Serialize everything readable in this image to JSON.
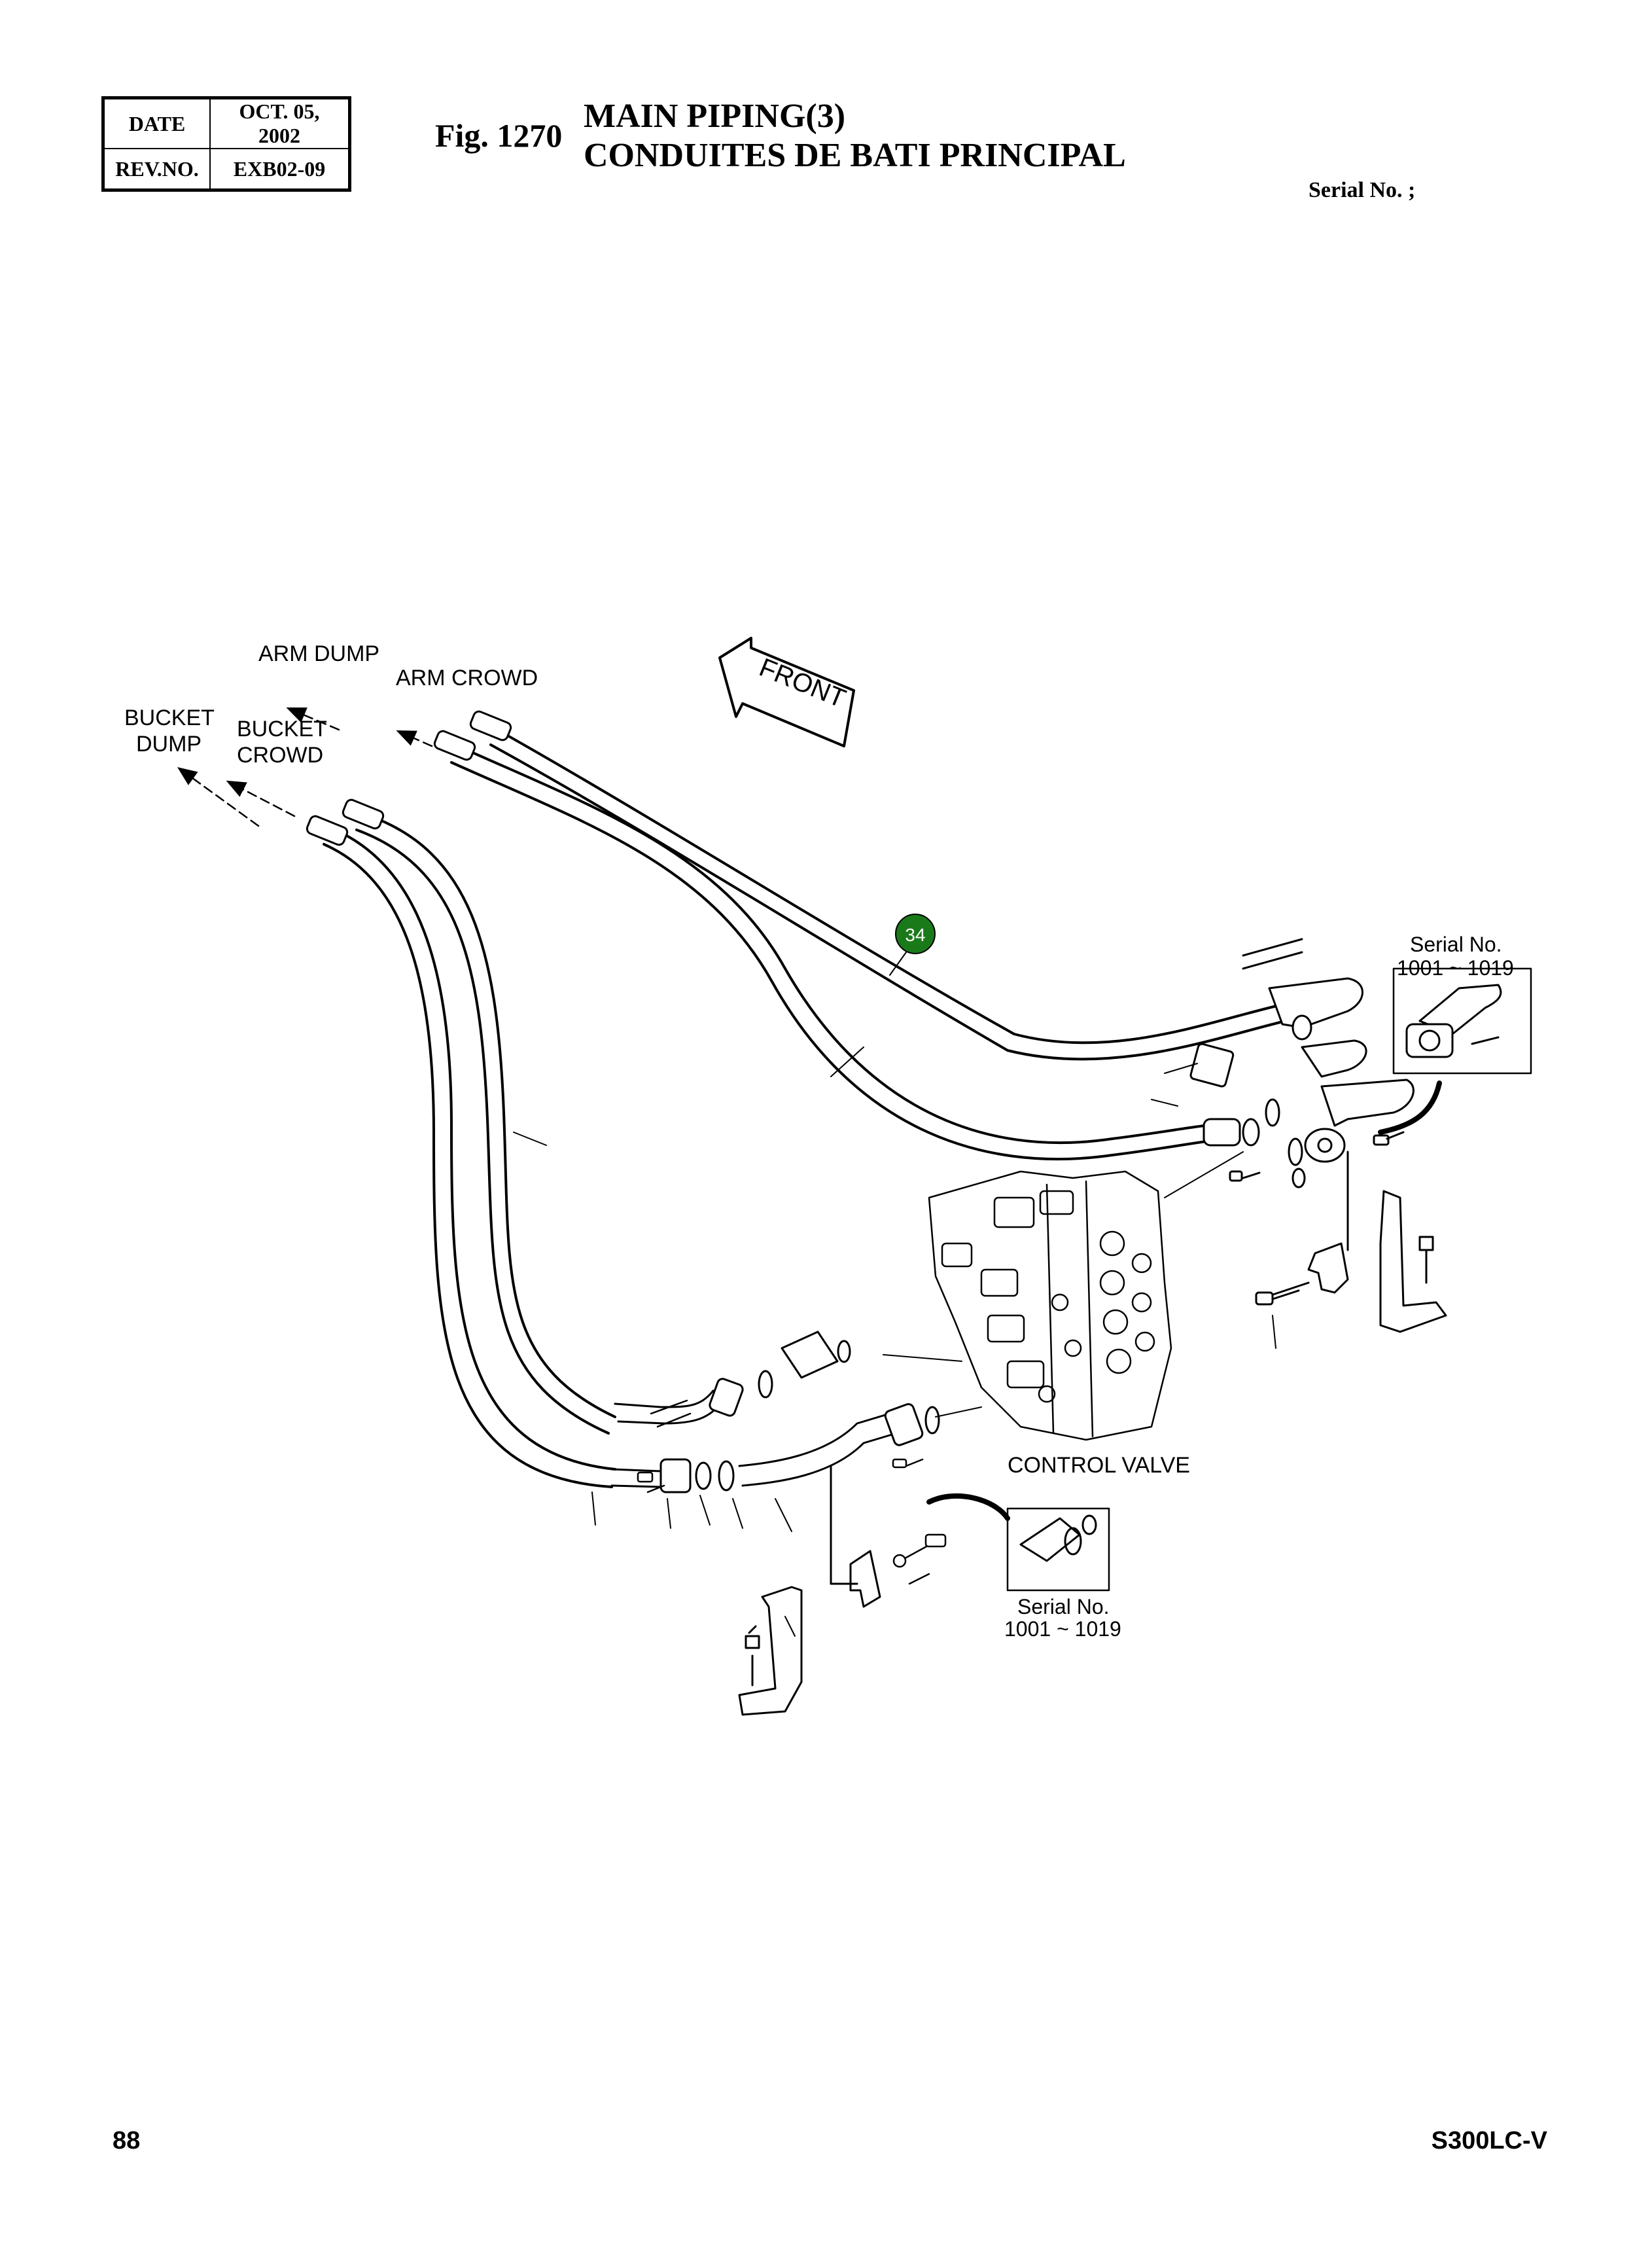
{
  "header": {
    "date_label": "DATE",
    "date_value": "OCT. 05, 2002",
    "rev_label": "REV.NO.",
    "rev_value": "EXB02-09",
    "fig": "Fig. 1270",
    "title_en": "MAIN PIPING(3)",
    "title_fr": "CONDUITES DE BATI PRINCIPAL",
    "serial": "Serial No. ;"
  },
  "diagram": {
    "labels": {
      "arm_dump": "ARM DUMP",
      "arm_crowd": "ARM CROWD",
      "bucket_dump_1": "BUCKET",
      "bucket_dump_2": "DUMP",
      "bucket_crowd_1": "BUCKET",
      "bucket_crowd_2": "CROWD",
      "front": "FRONT",
      "control_valve": "CONTROL VALVE",
      "part_34": "34",
      "inset_right_serial": "Serial No.",
      "inset_right_range": "1001 ~ 1019",
      "inset_bottom_serial": "Serial No.",
      "inset_bottom_range": "1001 ~ 1019"
    },
    "colors": {
      "callout_fill": "#1a7a1a",
      "line": "#000000"
    }
  },
  "footer": {
    "page": "88",
    "model": "S300LC-V"
  }
}
